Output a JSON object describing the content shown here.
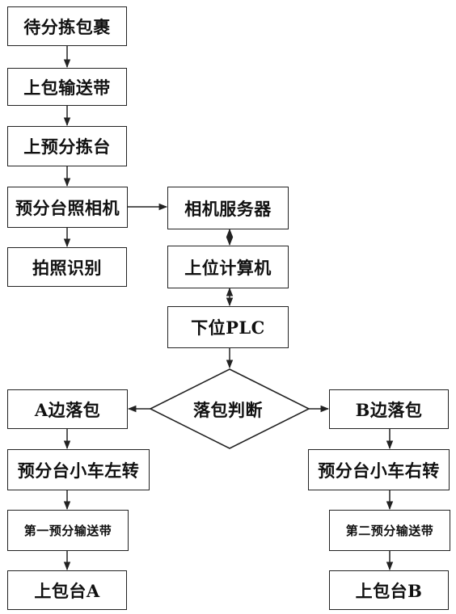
{
  "nodes": {
    "n1": "待分拣包裹",
    "n2": "上包输送带",
    "n3": "上预分拣台",
    "n4": "预分台照相机",
    "n5": "拍照识别",
    "n6": "相机服务器",
    "n7": "上位计算机",
    "n8": "下位PLC",
    "decision": "落包判断",
    "n9": "A边落包",
    "n10": "预分台小车左转",
    "n11": "第一预分输送带",
    "n12": "上包台A",
    "n13": "B边落包",
    "n14": "预分台小车右转",
    "n15": "第二预分输送带",
    "n16": "上包台B"
  }
}
